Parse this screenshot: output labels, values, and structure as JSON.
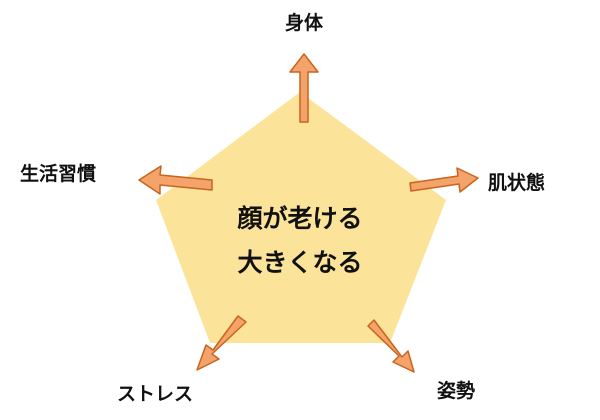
{
  "diagram": {
    "center_lines": [
      "顔が老ける",
      "大きくなる"
    ],
    "factors": [
      {
        "label": "身体"
      },
      {
        "label": "肌状態"
      },
      {
        "label": "姿勢"
      },
      {
        "label": "ストレス"
      },
      {
        "label": "生活習慣"
      }
    ]
  },
  "colors": {
    "pentagon_fill": "#fbe39a",
    "arrow_fill": "#f4a36a",
    "arrow_stroke": "#c9641e",
    "text": "#111111"
  }
}
